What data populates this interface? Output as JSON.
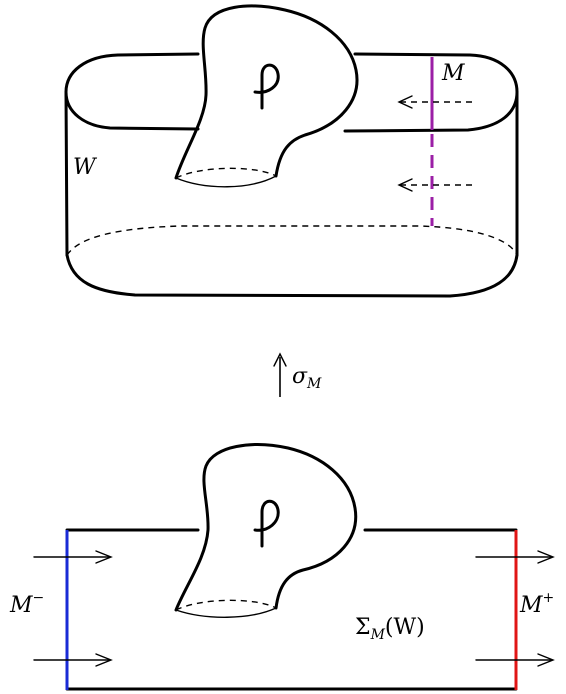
{
  "colors": {
    "ink": "#000000",
    "M_color": "#9b1fa6",
    "M_minus_color": "#1a2bd6",
    "M_plus_color": "#e01515"
  },
  "labels": {
    "W": "W",
    "M": "M",
    "sigma_M": "σ",
    "sigma_M_sub": "M",
    "M_minus": "M",
    "M_minus_sup": "−",
    "M_plus": "M",
    "M_plus_sup": "+",
    "Sigma_main": "Σ",
    "Sigma_sub": "M",
    "Sigma_arg": "(W)"
  }
}
